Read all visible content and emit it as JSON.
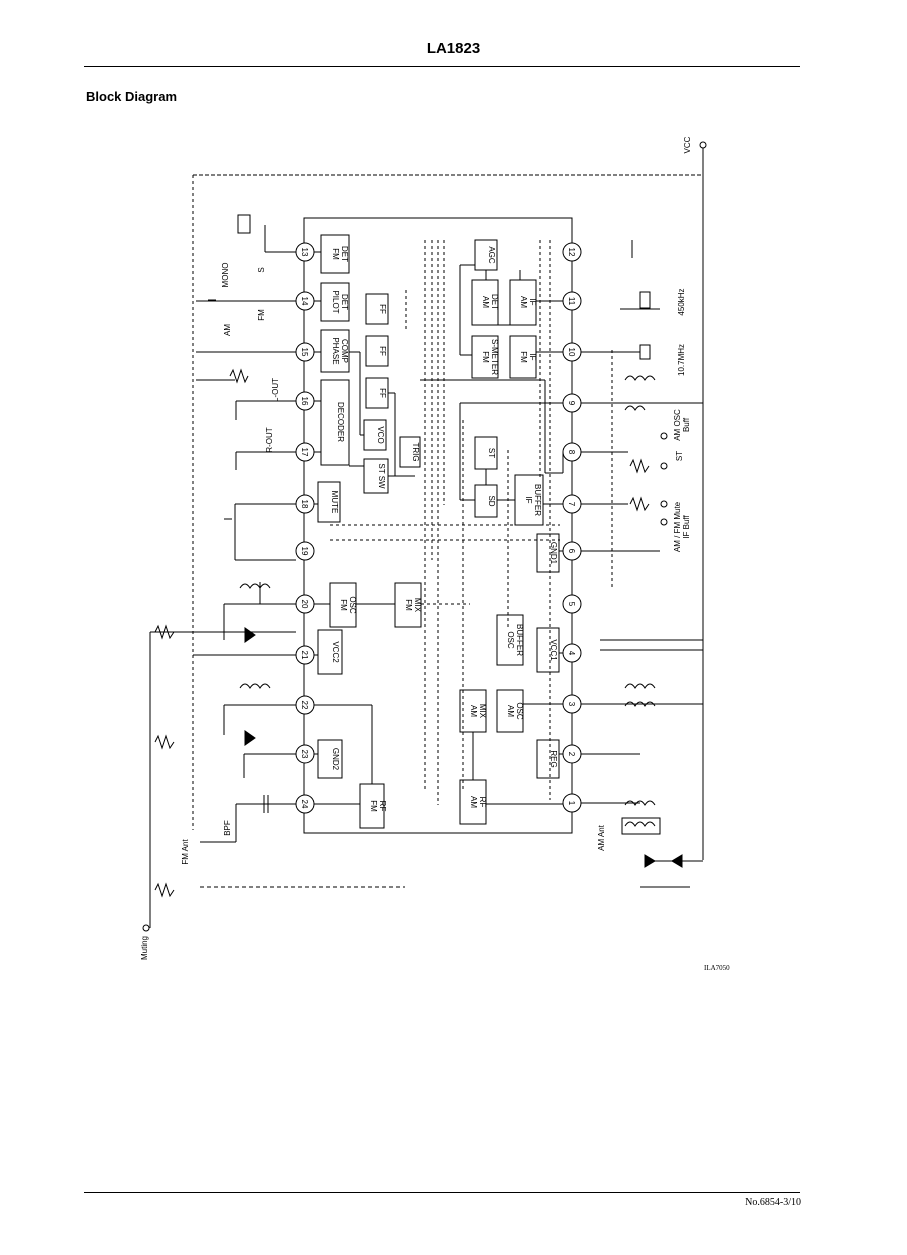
{
  "header": {
    "part_number": "LA1823"
  },
  "section_title": "Block Diagram",
  "footer": {
    "page_ref": "No.6854-3/10"
  },
  "diagram": {
    "drawing_ref": "ILA7050",
    "pins_left": [
      "13",
      "14",
      "15",
      "16",
      "17",
      "18",
      "19",
      "20",
      "21",
      "22",
      "23",
      "24"
    ],
    "pins_right": [
      "12",
      "11",
      "10",
      "9",
      "8",
      "7",
      "6",
      "5",
      "4",
      "3",
      "2",
      "1"
    ],
    "blocks": {
      "fm_det": [
        "FM",
        "DET"
      ],
      "pilot_det": [
        "PILOT",
        "DET"
      ],
      "phase_comp": [
        "PHASE",
        "COMP"
      ],
      "decoder": "DECODER",
      "vco": "VCO",
      "ff1": "FF",
      "ff2": "FF",
      "ff3": "FF",
      "trig": "TRIG",
      "st_sw": "ST SW",
      "mute": "MUTE",
      "fm_osc": [
        "FM",
        "OSC"
      ],
      "fm_mix": [
        "FM",
        "MIX"
      ],
      "vcc2": "VCC2",
      "gnd2": "GND2",
      "fm_rf": [
        "FM",
        "RF"
      ],
      "agc": "AGC",
      "am_det": [
        "AM",
        "DET"
      ],
      "am_if": [
        "AM",
        "IF"
      ],
      "fm_smeter": [
        "FM",
        "S-METER"
      ],
      "fm_if": [
        "FM",
        "IF"
      ],
      "st": "ST",
      "sd": "SD",
      "if_buffer": [
        "IF",
        "BUFFER"
      ],
      "gnd1": "GND1",
      "osc_buffer": [
        "OSC",
        "BUFFER"
      ],
      "vcc1": "VCC1",
      "am_mix": [
        "AM",
        "MIX"
      ],
      "am_osc": [
        "AM",
        "OSC"
      ],
      "reg": "REG",
      "am_rf": [
        "AM",
        "RF"
      ]
    },
    "labels": {
      "vcc": "VCC",
      "mono": "MONO",
      "s": "S",
      "am_sw": "AM",
      "fm_sw": "FM",
      "l_out": "L-OUT",
      "r_out": "R-OUT",
      "freq_450k": "450kHz",
      "freq_107m": "10.7MHz",
      "am_osc_buff": [
        "AM OSC",
        "Buff"
      ],
      "st": "ST",
      "am_fm_muteif_buff": [
        "AM / FM Mute",
        "IF Buff"
      ],
      "bpf": "BPF",
      "fm_ant": "FM Ant",
      "am_ant": "AM Ant",
      "muting": "Muting"
    }
  }
}
